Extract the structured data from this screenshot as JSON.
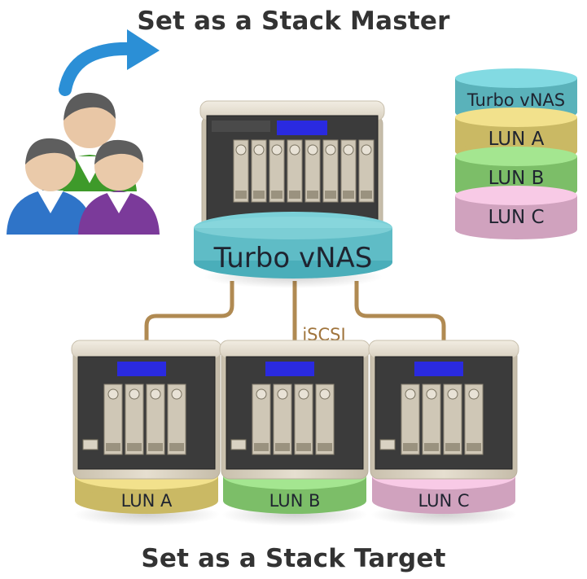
{
  "title_top": "Set as a Stack Master",
  "title_bottom": "Set as a Stack Target",
  "master_disk_label": "Turbo vNAS",
  "connection_label": "iSCSI",
  "stack_legend": [
    {
      "label": "Turbo vNAS",
      "color": "#6cc4cc"
    },
    {
      "label": "LUN A",
      "color": "#dccb76"
    },
    {
      "label": "LUN B",
      "color": "#8ed07a"
    },
    {
      "label": "LUN C",
      "color": "#e2b4d0"
    }
  ],
  "targets": [
    {
      "label": "LUN A",
      "color": "#dccb76"
    },
    {
      "label": "LUN B",
      "color": "#8ed07a"
    },
    {
      "label": "LUN C",
      "color": "#e2b4d0"
    }
  ],
  "colors": {
    "arrow": "#2b8fd6",
    "connector": "#b08a52",
    "nas_body": "#d9d2c2",
    "nas_panel": "#3a3a3a",
    "lcd": "#2a2ae0"
  }
}
